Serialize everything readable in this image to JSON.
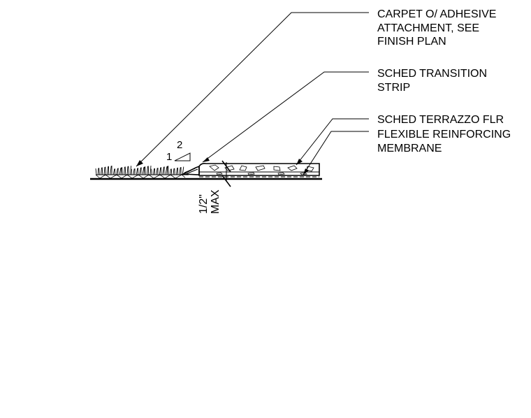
{
  "callouts": {
    "carpet": [
      "CARPET O/ ADHESIVE",
      "ATTACHMENT, SEE",
      "FINISH PLAN"
    ],
    "transition": [
      "SCHED TRANSITION",
      "STRIP"
    ],
    "terrazzo": [
      "SCHED TERRAZZO FLR"
    ],
    "membrane": [
      "FLEXIBLE REINFORCING",
      "MEMBRANE"
    ]
  },
  "slope": {
    "rise": "1",
    "run": "2"
  },
  "dimension": {
    "value": "1/2\"",
    "qualifier": "MAX"
  }
}
